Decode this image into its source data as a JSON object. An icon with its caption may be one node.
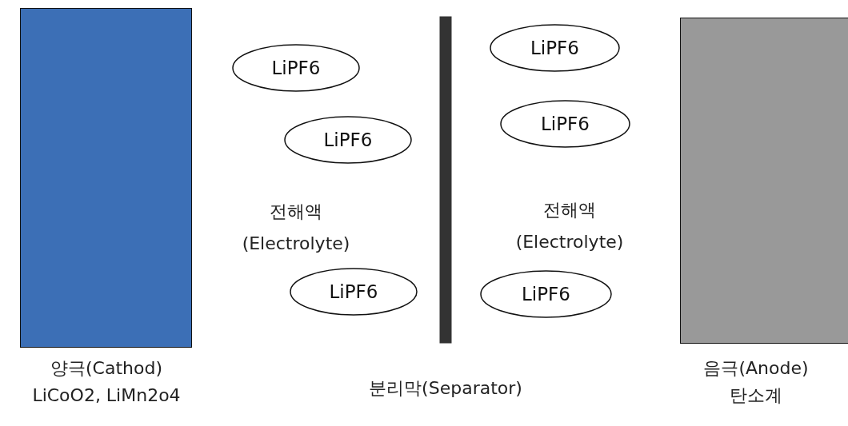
{
  "diagram": {
    "nodes": [
      {
        "text": [],
        "shape": "box",
        "beside": [
          "양극(Cathod)",
          "LiCoO2, LiMn2o4"
        ]
      },
      {
        "text": [
          "LiPF6"
        ]
      },
      {
        "text": [
          "LiPF6"
        ]
      },
      {
        "text": [
          "LiPF6"
        ]
      },
      {
        "text": [],
        "shape": "bar",
        "beside": [
          "분리막(Separator)"
        ]
      },
      {
        "text": [
          "LiPF6"
        ]
      },
      {
        "text": [
          "LiPF6"
        ]
      },
      {
        "text": [
          "LiPF6"
        ]
      },
      {
        "text": [],
        "shape": "box",
        "beside": [
          "음극(Anode)",
          "탄소계"
        ]
      }
    ],
    "labels": [
      "전해액 (Electrolyte)",
      "전해액 (Electrolyte)"
    ]
  }
}
